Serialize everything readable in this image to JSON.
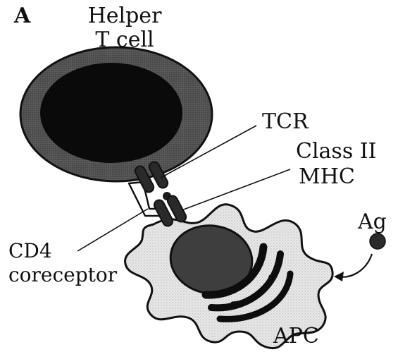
{
  "figure": {
    "panel_letter": "A",
    "labels": {
      "helper_line1": "Helper",
      "helper_line2": "T cell",
      "tcr": "TCR",
      "class2_line1": "Class II",
      "class2_line2": "MHC",
      "cd4_line1": "CD4",
      "cd4_line2": "coreceptor",
      "ag": "Ag",
      "apc": "APC"
    }
  }
}
